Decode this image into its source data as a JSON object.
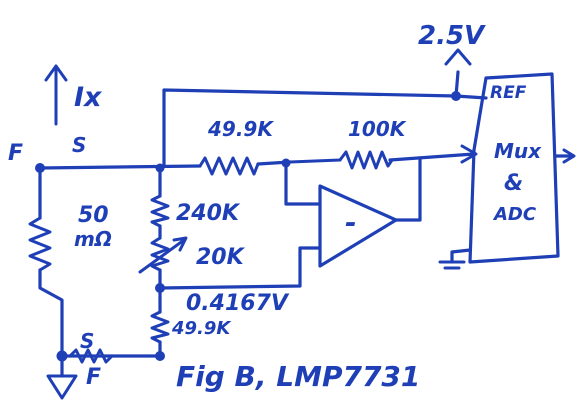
{
  "colors": {
    "ink": "#1f3fb6",
    "paper": "#ffffff"
  },
  "icons": {
    "current-arrow": "arrow-up-icon",
    "supply": "arrow-up-icon",
    "ground": "ground-icon",
    "opamp": "triangle-icon",
    "resistor": "zigzag-icon",
    "junction": "dot-icon"
  },
  "labels": {
    "supply_voltage": "2.5V",
    "current": "Ix",
    "force_top": "F",
    "sense_top": "S",
    "sense_bottom": "S",
    "force_bottom": "F",
    "shunt_value": "50",
    "shunt_unit": "mΩ",
    "r_input": "49.9K",
    "r_feedback": "100K",
    "r_upper": "240K",
    "r_trim": "20K",
    "r_lower": "49.9K",
    "node_voltage": "0.4167V",
    "opamp_sign": "-",
    "adc_ref": "REF",
    "adc_line1": "Mux",
    "adc_line2": "&",
    "adc_line3": "ADC",
    "caption": "Fig B, LMP7731"
  }
}
